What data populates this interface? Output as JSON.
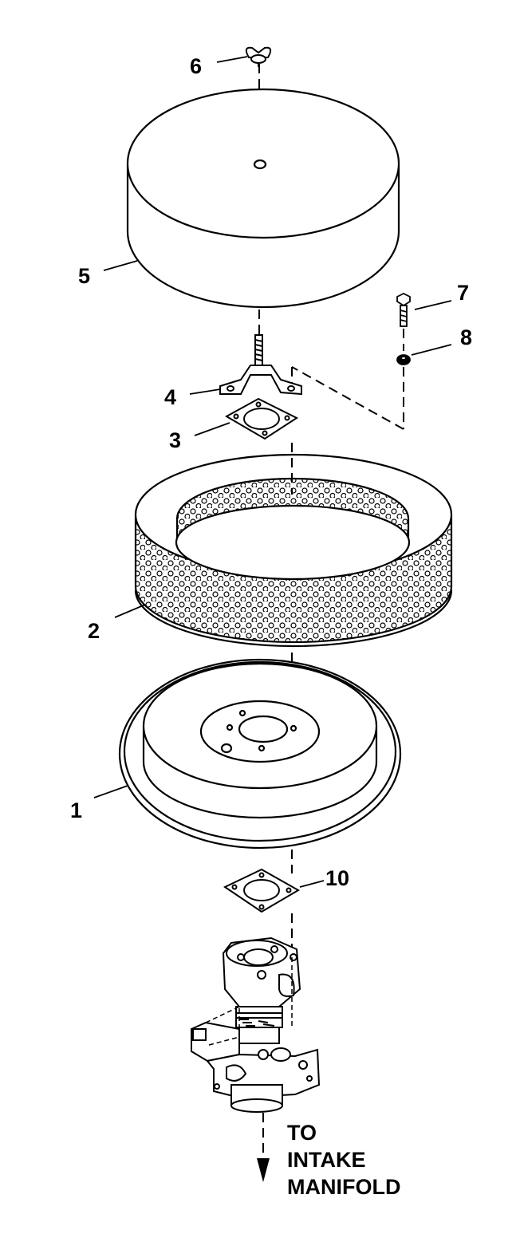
{
  "callouts": {
    "c1": "1",
    "c2": "2",
    "c3": "3",
    "c4": "4",
    "c5": "5",
    "c6": "6",
    "c7": "7",
    "c8": "8",
    "c10": "10"
  },
  "flow_note": {
    "line1": "TO",
    "line2": "INTAKE",
    "line3": "MANIFOLD"
  }
}
